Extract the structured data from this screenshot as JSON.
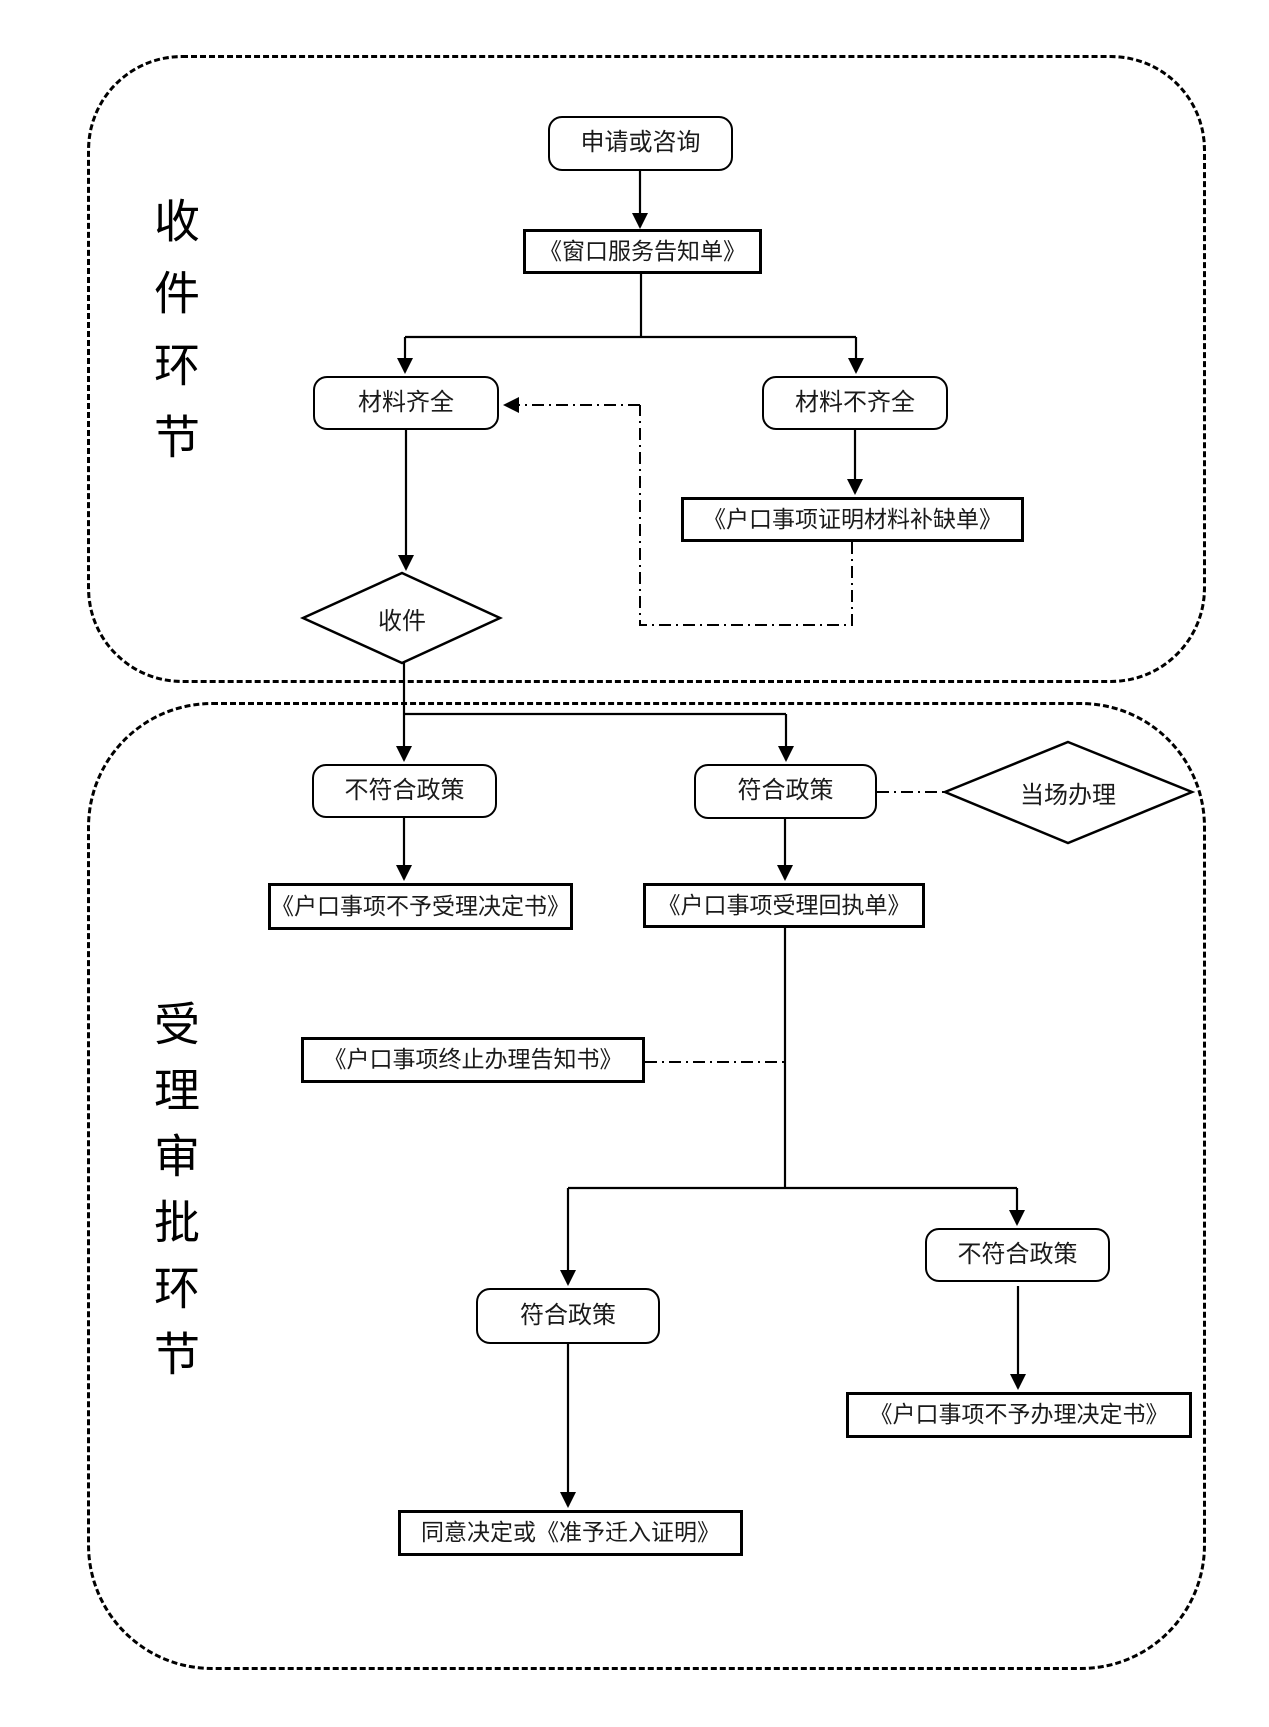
{
  "stages": [
    {
      "id": "intake",
      "label": "收件环节"
    },
    {
      "id": "review",
      "label": "受理审批环节"
    }
  ],
  "nodes": [
    {
      "id": "start",
      "shape": "rounded",
      "label": "申请或咨询"
    },
    {
      "id": "service-notice",
      "shape": "rect",
      "label": "《窗口服务告知单》"
    },
    {
      "id": "materials-complete",
      "shape": "rounded",
      "label": "材料齐全"
    },
    {
      "id": "materials-incomplete",
      "shape": "rounded",
      "label": "材料不齐全"
    },
    {
      "id": "supplement-list",
      "shape": "rect",
      "label": "《户口事项证明材料补缺单》"
    },
    {
      "id": "receive-decision",
      "shape": "diamond",
      "label": "收件"
    },
    {
      "id": "policy-fail-1",
      "shape": "rounded",
      "label": "不符合政策"
    },
    {
      "id": "policy-pass-1",
      "shape": "rounded",
      "label": "符合政策"
    },
    {
      "id": "onsite-handling",
      "shape": "diamond",
      "label": "当场办理"
    },
    {
      "id": "rejection-decision",
      "shape": "rect",
      "label": "《户口事项不予受理决定书》"
    },
    {
      "id": "acceptance-receipt",
      "shape": "rect",
      "label": "《户口事项受理回执单》"
    },
    {
      "id": "termination-notice",
      "shape": "rect",
      "label": "《户口事项终止办理告知书》"
    },
    {
      "id": "policy-pass-2",
      "shape": "rounded",
      "label": "符合政策"
    },
    {
      "id": "policy-fail-2",
      "shape": "rounded",
      "label": "不符合政策"
    },
    {
      "id": "no-handling-decision",
      "shape": "rect",
      "label": "《户口事项不予办理决定书》"
    },
    {
      "id": "approval",
      "shape": "rect",
      "label": "同意决定或《准予迁入证明》"
    }
  ],
  "edges": [
    {
      "from": "start",
      "to": "service-notice",
      "style": "solid",
      "arrow": true
    },
    {
      "from": "service-notice",
      "to": "materials-complete",
      "style": "solid",
      "arrow": true
    },
    {
      "from": "service-notice",
      "to": "materials-incomplete",
      "style": "solid",
      "arrow": true
    },
    {
      "from": "materials-incomplete",
      "to": "supplement-list",
      "style": "solid",
      "arrow": true
    },
    {
      "from": "supplement-list",
      "to": "materials-complete",
      "style": "dash-dot",
      "arrow": true
    },
    {
      "from": "materials-complete",
      "to": "receive-decision",
      "style": "solid",
      "arrow": true
    },
    {
      "from": "receive-decision",
      "to": "policy-fail-1",
      "style": "solid",
      "arrow": true
    },
    {
      "from": "receive-decision",
      "to": "policy-pass-1",
      "style": "solid",
      "arrow": true
    },
    {
      "from": "policy-pass-1",
      "to": "onsite-handling",
      "style": "dash-dot",
      "arrow": false
    },
    {
      "from": "policy-fail-1",
      "to": "rejection-decision",
      "style": "solid",
      "arrow": true
    },
    {
      "from": "policy-pass-1",
      "to": "acceptance-receipt",
      "style": "solid",
      "arrow": true
    },
    {
      "from": "termination-notice",
      "to": "acceptance-receipt",
      "style": "dash-dot",
      "arrow": false
    },
    {
      "from": "acceptance-receipt",
      "to": "policy-pass-2",
      "style": "solid",
      "arrow": true
    },
    {
      "from": "acceptance-receipt",
      "to": "policy-fail-2",
      "style": "solid",
      "arrow": true
    },
    {
      "from": "policy-fail-2",
      "to": "no-handling-decision",
      "style": "solid",
      "arrow": true
    },
    {
      "from": "policy-pass-2",
      "to": "approval",
      "style": "solid",
      "arrow": true
    }
  ],
  "colors": {
    "line": "#000000",
    "background": "#ffffff",
    "text": "#1a1a1a"
  }
}
